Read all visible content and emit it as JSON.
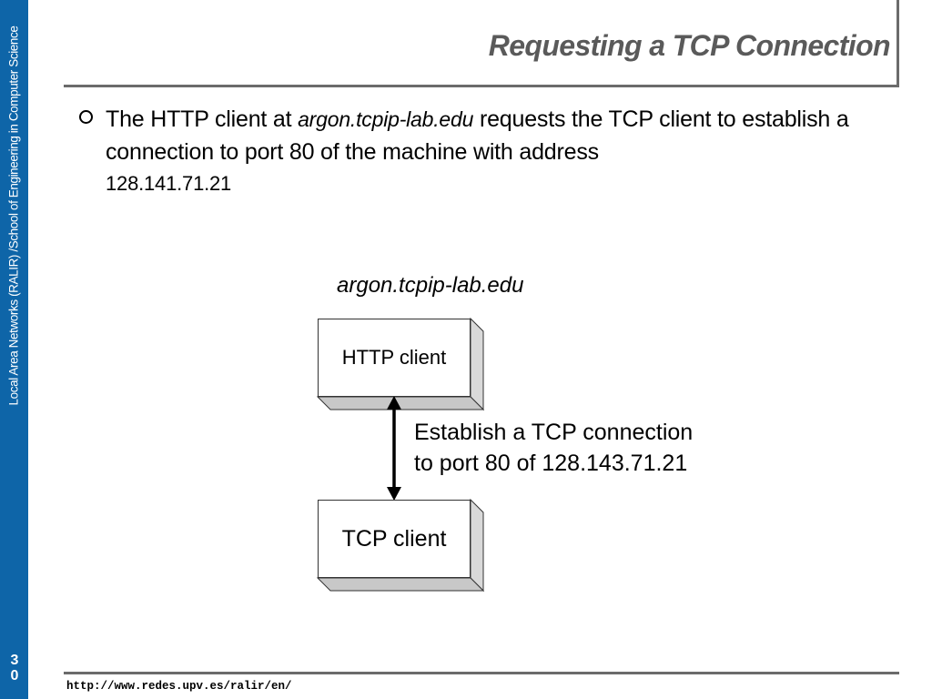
{
  "sidebar": {
    "text": "Local Area Networks (RALIR) /School of Engineering in Computer Science",
    "page_number_top": "3",
    "page_number_bottom": "0"
  },
  "slide": {
    "title": "Requesting a TCP Connection",
    "bullet": {
      "part1": "The HTTP client at ",
      "host": "argon.tcpip-lab.edu",
      "part2": " requests the TCP client to establish a connection to port 80 of the machine with address",
      "ip": "128.141.71.21"
    }
  },
  "diagram": {
    "host_label": "argon.tcpip-lab.edu",
    "box_top": "HTTP client",
    "box_bottom": "TCP client",
    "arrow_label_line1": "Establish a TCP connection",
    "arrow_label_line2": "to port 80 of 128.143.71.21"
  },
  "footer": {
    "url": "http://www.redes.upv.es/ralir/en/"
  },
  "colors": {
    "side_band": "#0e65a8",
    "title": "#5a5a5a",
    "rules": "#6b6b6b"
  }
}
